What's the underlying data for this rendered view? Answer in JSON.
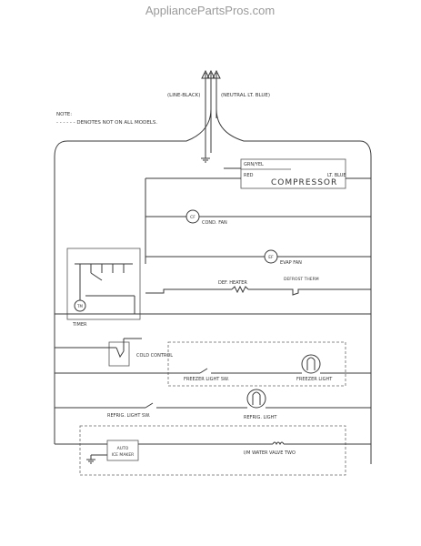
{
  "watermark": "AppliancePartsPros.com",
  "line_black_label": "(LINE-BLACK)",
  "neutral_label": "(NEUTRAL LT. BLUE)",
  "note_label": "NOTE:",
  "note_text": "- - - - - - DENOTES NOT ON ALL MODELS.",
  "compressor": {
    "label": "COMPRESSOR",
    "wire_grn_yel": "GRN/YEL",
    "wire_red": "RED",
    "wire_lt_blue": "LT. BLUE"
  },
  "cond_fan": {
    "symbol": "CF",
    "label": "COND. FAN"
  },
  "evap_fan": {
    "symbol": "EF",
    "label": "EVAP FAN"
  },
  "heater_label": "DEF. HEATER",
  "defrost_therm_label": "DEFROST THERM",
  "timer": {
    "symbol": "TM",
    "label": "TIMER"
  },
  "cold_control_label": "COLD CONTROL",
  "freezer_light_sw_label": "FREEZER LIGHT SW.",
  "freezer_light_label": "FREEZER LIGHT",
  "refrig_light_sw_label": "REFRIG. LIGHT SW.",
  "refrig_light_label": "REFRIG. LIGHT",
  "ice_maker_line1": "AUTO",
  "ice_maker_line2": "ICE MAKER",
  "water_valve_label": "I/M WATER VALVE TWO"
}
